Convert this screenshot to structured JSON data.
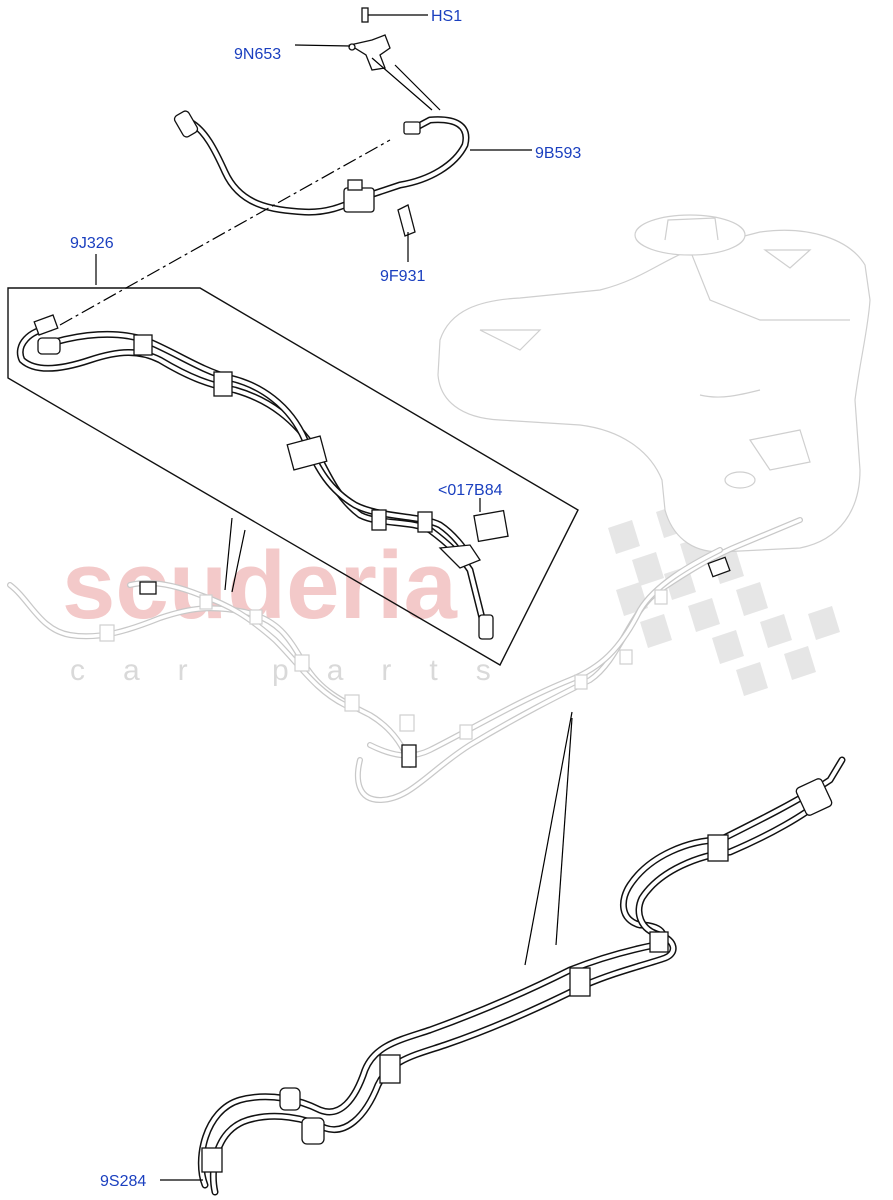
{
  "watermark": {
    "brand": "scuderia",
    "subtitle": "car parts"
  },
  "callouts": [
    {
      "id": "HS1",
      "label": "HS1"
    },
    {
      "id": "9N653",
      "label": "9N653"
    },
    {
      "id": "9B593",
      "label": "9B593"
    },
    {
      "id": "9J326",
      "label": "9J326"
    },
    {
      "id": "9F931",
      "label": "9F931"
    },
    {
      "id": "017B84",
      "label": "<017B84"
    },
    {
      "id": "9S284",
      "label": "9S284"
    }
  ],
  "colors": {
    "label": "#1a3fbf",
    "watermark": "#f3c9c9",
    "lines": "#111111",
    "ghost": "#c8c8c8"
  }
}
